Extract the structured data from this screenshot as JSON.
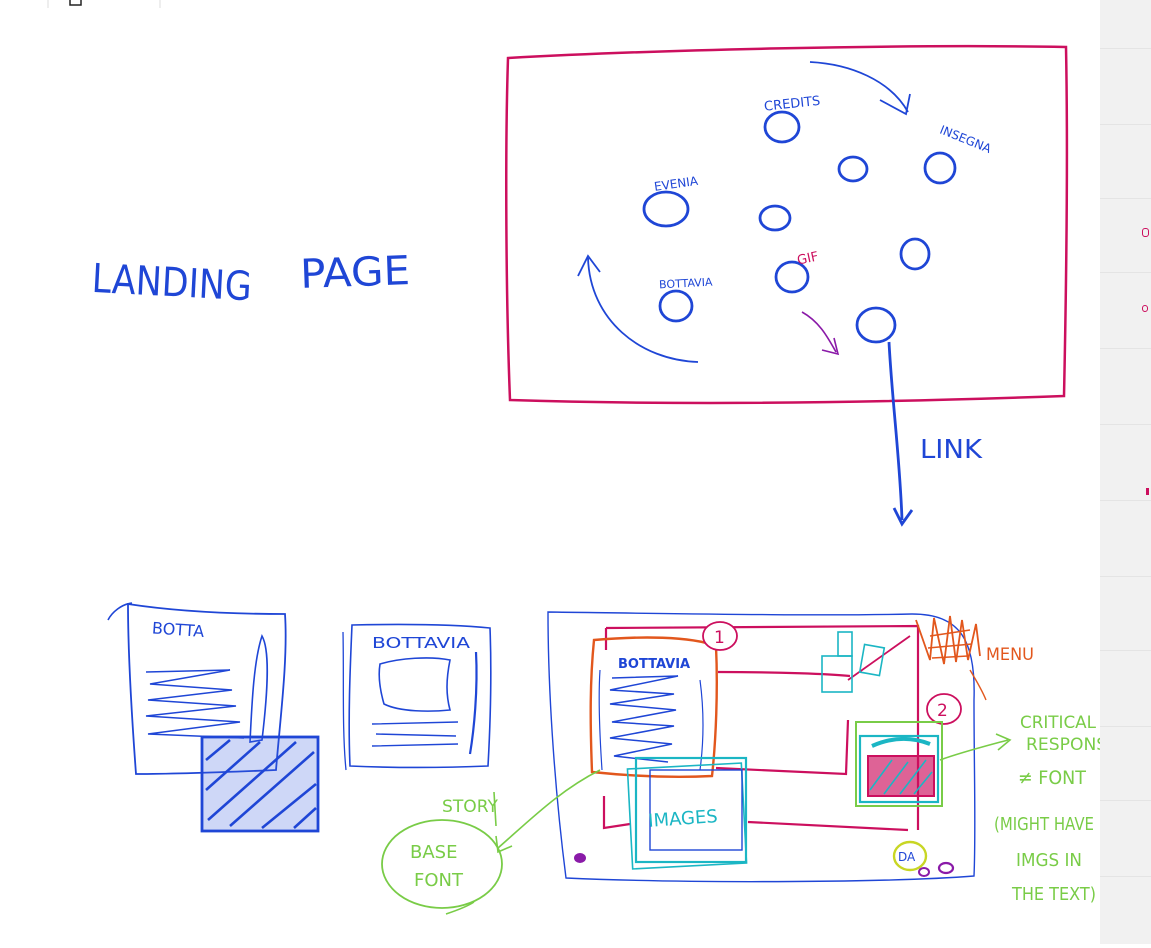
{
  "colors": {
    "blue": "#1f46d6",
    "magenta": "#cc0f5e",
    "orange": "#e2571d",
    "cyan": "#1bb6c4",
    "green": "#79cc47",
    "purple": "#8a1aa8",
    "yellow": "#c8d624",
    "panel": "#f1f1f1"
  },
  "toolbar": {
    "checkbox_icon": "square-icon"
  },
  "landing": {
    "title_left": "LANDING",
    "title_right": "PAGE",
    "node_labels": {
      "credits": "CREDITS",
      "insegna": "INSEGNA",
      "evenia": "EVENIA",
      "bottavia": "BOTTAVIA",
      "gif": "GIF"
    },
    "link_label": "LINK"
  },
  "sketches": {
    "card1_title": "BOTTA",
    "card2_title": "BOTTAVIA",
    "page_title": "BOTTAVIA",
    "images_label": "IMAGES",
    "da_label": "DA",
    "badge1": "1",
    "badge2": "2",
    "menu_label": "MENU",
    "story_label": "STORY",
    "base_font_line1": "BASE",
    "base_font_line2": "FONT",
    "critical_line1": "CRITICAL",
    "critical_line2": "RESPONSE",
    "critical_line3": "≠ FONT",
    "note_line1": "(MIGHT HAVE",
    "note_line2": "IMGS IN",
    "note_line3": "THE TEXT)"
  }
}
